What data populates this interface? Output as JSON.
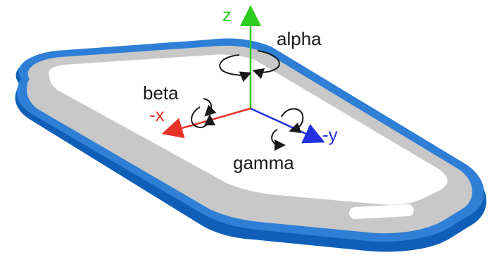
{
  "labels": {
    "z": "z",
    "alpha": "alpha",
    "beta": "beta",
    "neg_x": "-x",
    "neg_y": "-y",
    "gamma": "gamma"
  },
  "colors": {
    "z_axis": "#2ecc1f",
    "x_axis": "#e8332a",
    "y_axis": "#2230e0",
    "phone_body": "#0f5fb8",
    "phone_rim": "#2f7fd6",
    "phone_bezel": "#c8c8c8",
    "screen": "#ffffff",
    "rotation_arrow": "#1a1a1a",
    "label_text": "#1a1a1a"
  }
}
